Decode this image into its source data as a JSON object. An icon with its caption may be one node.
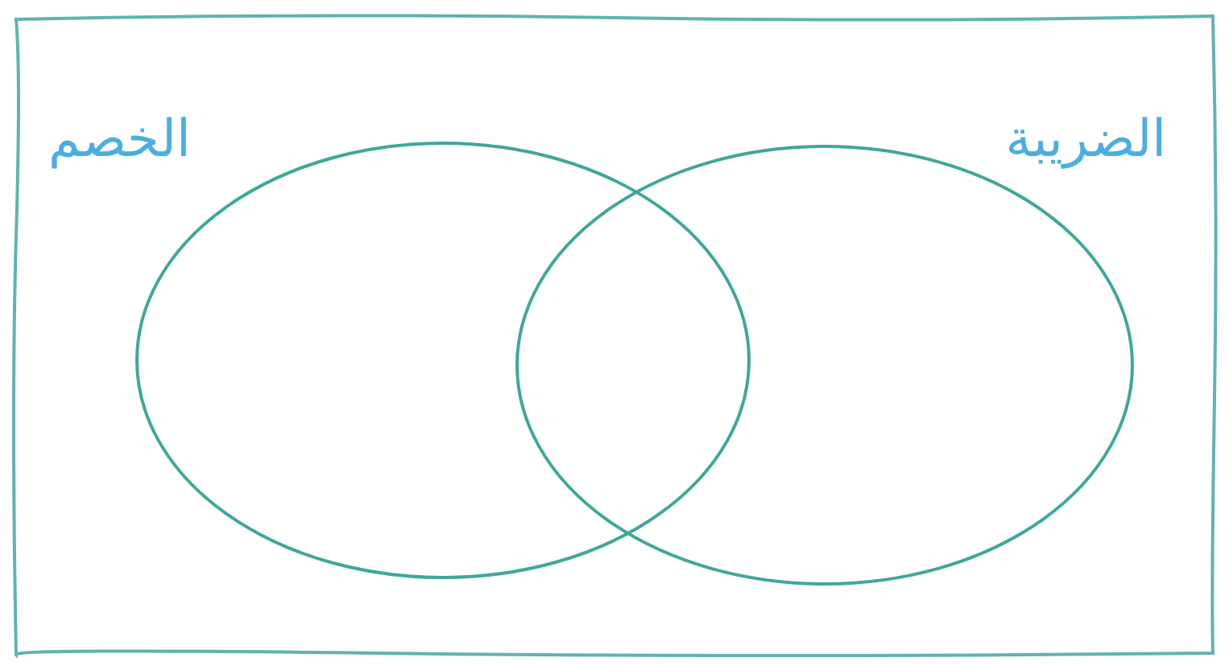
{
  "diagram": {
    "nodes": [
      {
        "text": [],
        "shape": "box"
      },
      {
        "text": [
          "الخصم"
        ],
        "in": 0
      },
      {
        "text": [
          "الضريبة"
        ],
        "in": 0
      }
    ]
  }
}
